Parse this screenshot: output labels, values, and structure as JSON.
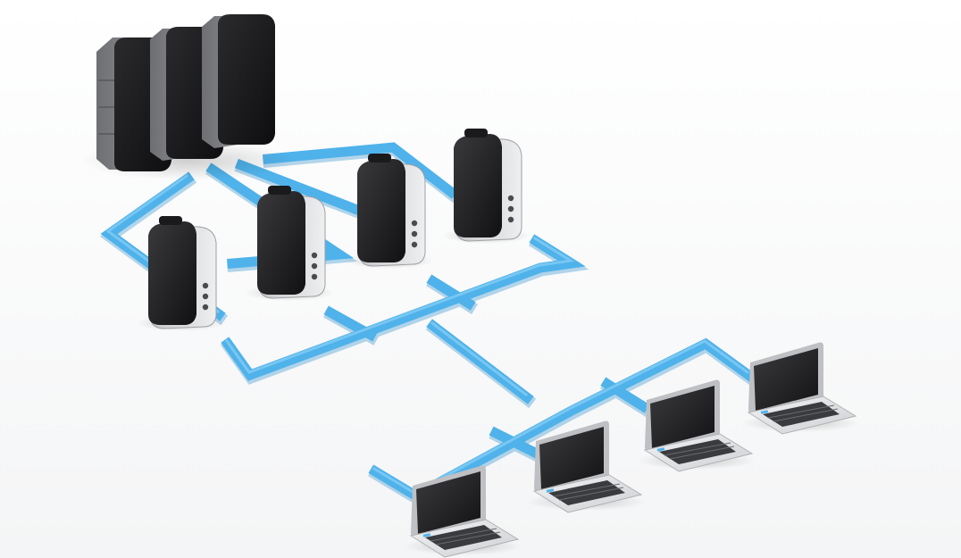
{
  "scene": {
    "subject": "network-topology",
    "background_color": "#fdfdfd",
    "cable_color": "#4fb2ea",
    "cable_shadow_color": "#2d8fcb",
    "device_dark_color": "#1b1b1d",
    "device_light_color": "#d9dadc",
    "rack_server_count": 3,
    "tower_server_count": 4,
    "laptop_count": 4
  }
}
